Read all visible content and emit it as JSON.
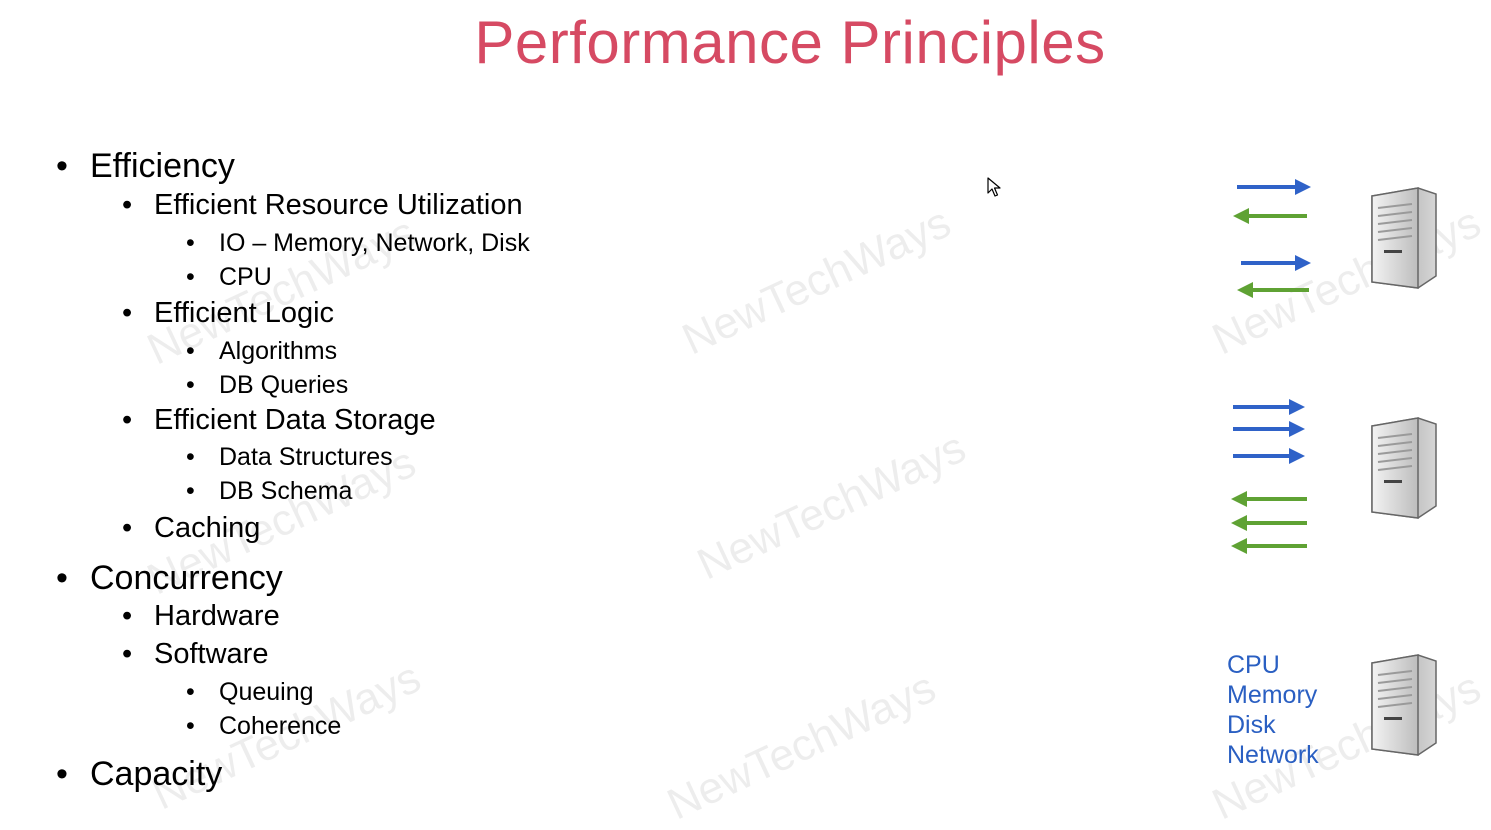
{
  "slide": {
    "title": "Performance Principles",
    "bullets": {
      "efficiency": "Efficiency",
      "resource_utilization": "Efficient Resource Utilization",
      "io": "IO – Memory, Network, Disk",
      "cpu": "CPU",
      "logic": "Efficient Logic",
      "algorithms": "Algorithms",
      "db_queries": "DB Queries",
      "data_storage": "Efficient Data Storage",
      "data_structures": "Data Structures",
      "db_schema": "DB Schema",
      "caching": "Caching",
      "concurrency": "Concurrency",
      "hardware": "Hardware",
      "software": "Software",
      "queuing": "Queuing",
      "coherence": "Coherence",
      "capacity": "Capacity"
    },
    "resources": {
      "cpu": "CPU",
      "memory": "Memory",
      "disk": "Disk",
      "network": "Network"
    },
    "watermark": "NewTechWays",
    "colors": {
      "title": "#d64a63",
      "request_arrow": "#2f62c8",
      "response_arrow": "#5fa234",
      "resource_text": "#2a5fc2"
    },
    "icons": [
      "server-icon",
      "mouse-cursor-icon",
      "request-arrow-icon",
      "response-arrow-icon"
    ]
  }
}
